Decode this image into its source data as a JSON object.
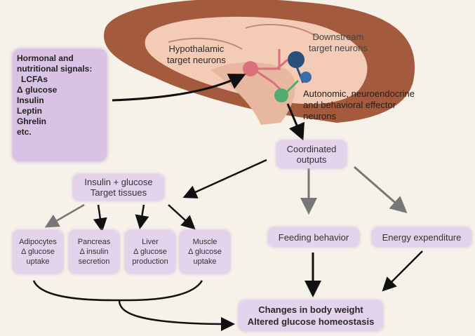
{
  "hypothalamic": [
    "Hypothalamic",
    "target neurons"
  ],
  "downstream": [
    "Downstream",
    "target neurons"
  ],
  "autonomic": [
    "Autonomic, neuroendocrine",
    "and behavioral effector",
    "neurons"
  ],
  "signals": [
    "Hormonal and",
    "nutritional signals:",
    "LCFAs",
    "Δ glucose",
    "Insulin",
    "Leptin",
    "Ghrelin",
    "etc."
  ],
  "coordinated": [
    "Coordinated",
    "outputs"
  ],
  "insulin_glucose": [
    "Insulin + glucose",
    "Target tissues"
  ],
  "tissues": [
    {
      "lines": [
        "Adipocytes",
        "Δ glucose",
        "uptake"
      ]
    },
    {
      "lines": [
        "Pancreas",
        "Δ insulin",
        "secretion"
      ]
    },
    {
      "lines": [
        "Liver",
        "Δ glucose",
        "production"
      ]
    },
    {
      "lines": [
        "Muscle",
        "Δ glucose",
        "uptake"
      ]
    }
  ],
  "feeding": "Feeding behavior",
  "energy": "Energy expenditure",
  "result": [
    "Changes in body weight",
    "Altered glucose homeostasis"
  ],
  "colors": {
    "brain": "#a45a3c",
    "brain_light": "#f3cbb6",
    "box": "#e3d3ec",
    "neuron_red": "#d9707c",
    "neuron_blue": "#27507a",
    "neuron_green": "#4fae6e"
  }
}
